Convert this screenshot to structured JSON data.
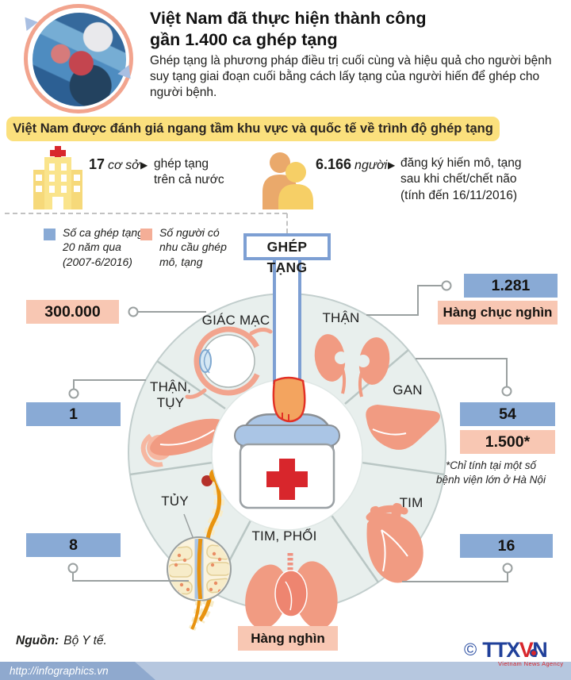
{
  "header": {
    "title_line1": "Việt Nam đã thực hiện thành công",
    "title_line2": "gần 1.400 ca ghép tạng",
    "intro": "Ghép tạng là phương pháp điều trị cuối cùng và hiệu quả cho người bệnh suy tạng giai đoạn cuối bằng cách lấy tạng của người hiến để ghép cho người bệnh."
  },
  "banner": {
    "text": "Việt Nam được đánh giá ngang tầm khu vực và quốc tế về trình độ ghép tạng"
  },
  "stats": {
    "facilities": {
      "value": "17",
      "unit": "cơ sở",
      "arrow": "▶",
      "desc_line1": "ghép tạng",
      "desc_line2": "trên cả nước"
    },
    "donors": {
      "value": "6.166",
      "unit": "người",
      "arrow": "▶",
      "desc_line1": "đăng ký hiến mô, tạng",
      "desc_line2": "sau khi chết/chết não",
      "desc_line3": "(tính đến 16/11/2016)"
    }
  },
  "legend": {
    "transplants": {
      "line1": "Số ca ghép tạng",
      "line2": "20 năm qua",
      "line3": "(2007-6/2016)"
    },
    "demand": {
      "line1": "Số người có",
      "line2": "nhu cầu ghép",
      "line3": "mô, tạng"
    }
  },
  "wheel": {
    "center_label": "GHÉP TẠNG",
    "organs": [
      {
        "name": "GIÁC MẠC",
        "demand": "300.000"
      },
      {
        "name": "THẬN",
        "transplants": "1.281",
        "demand": "Hàng chục nghìn"
      },
      {
        "name": "GAN",
        "transplants": "54",
        "demand": "1.500*"
      },
      {
        "name": "TIM",
        "transplants": "16"
      },
      {
        "name": "TIM, PHỔI",
        "demand": "Hàng nghìn"
      },
      {
        "name": "TỦY",
        "transplants": "8"
      },
      {
        "name_line1": "THẬN,",
        "name_line2": "TỤY",
        "transplants": "1"
      }
    ],
    "note_line1": "*Chỉ tính tại một số",
    "note_line2": "bệnh viện lớn ở Hà Nội"
  },
  "footer": {
    "source_label": "Nguồn:",
    "source_value": "Bộ Y tế.",
    "url": "http://infographics.vn",
    "copyright": "©",
    "logo_part1": "TTX",
    "logo_part2": "V",
    "logo_part3": "N",
    "logo_sub": "Vietnam News Agency"
  },
  "colors": {
    "banner_bg": "#fbe07d",
    "transplant_blue": "#89aad5",
    "demand_pink": "#f8c7b3",
    "organ_salmon": "#f19b82",
    "wheel_bg": "#e8efed",
    "accent_red": "#d8262c"
  }
}
